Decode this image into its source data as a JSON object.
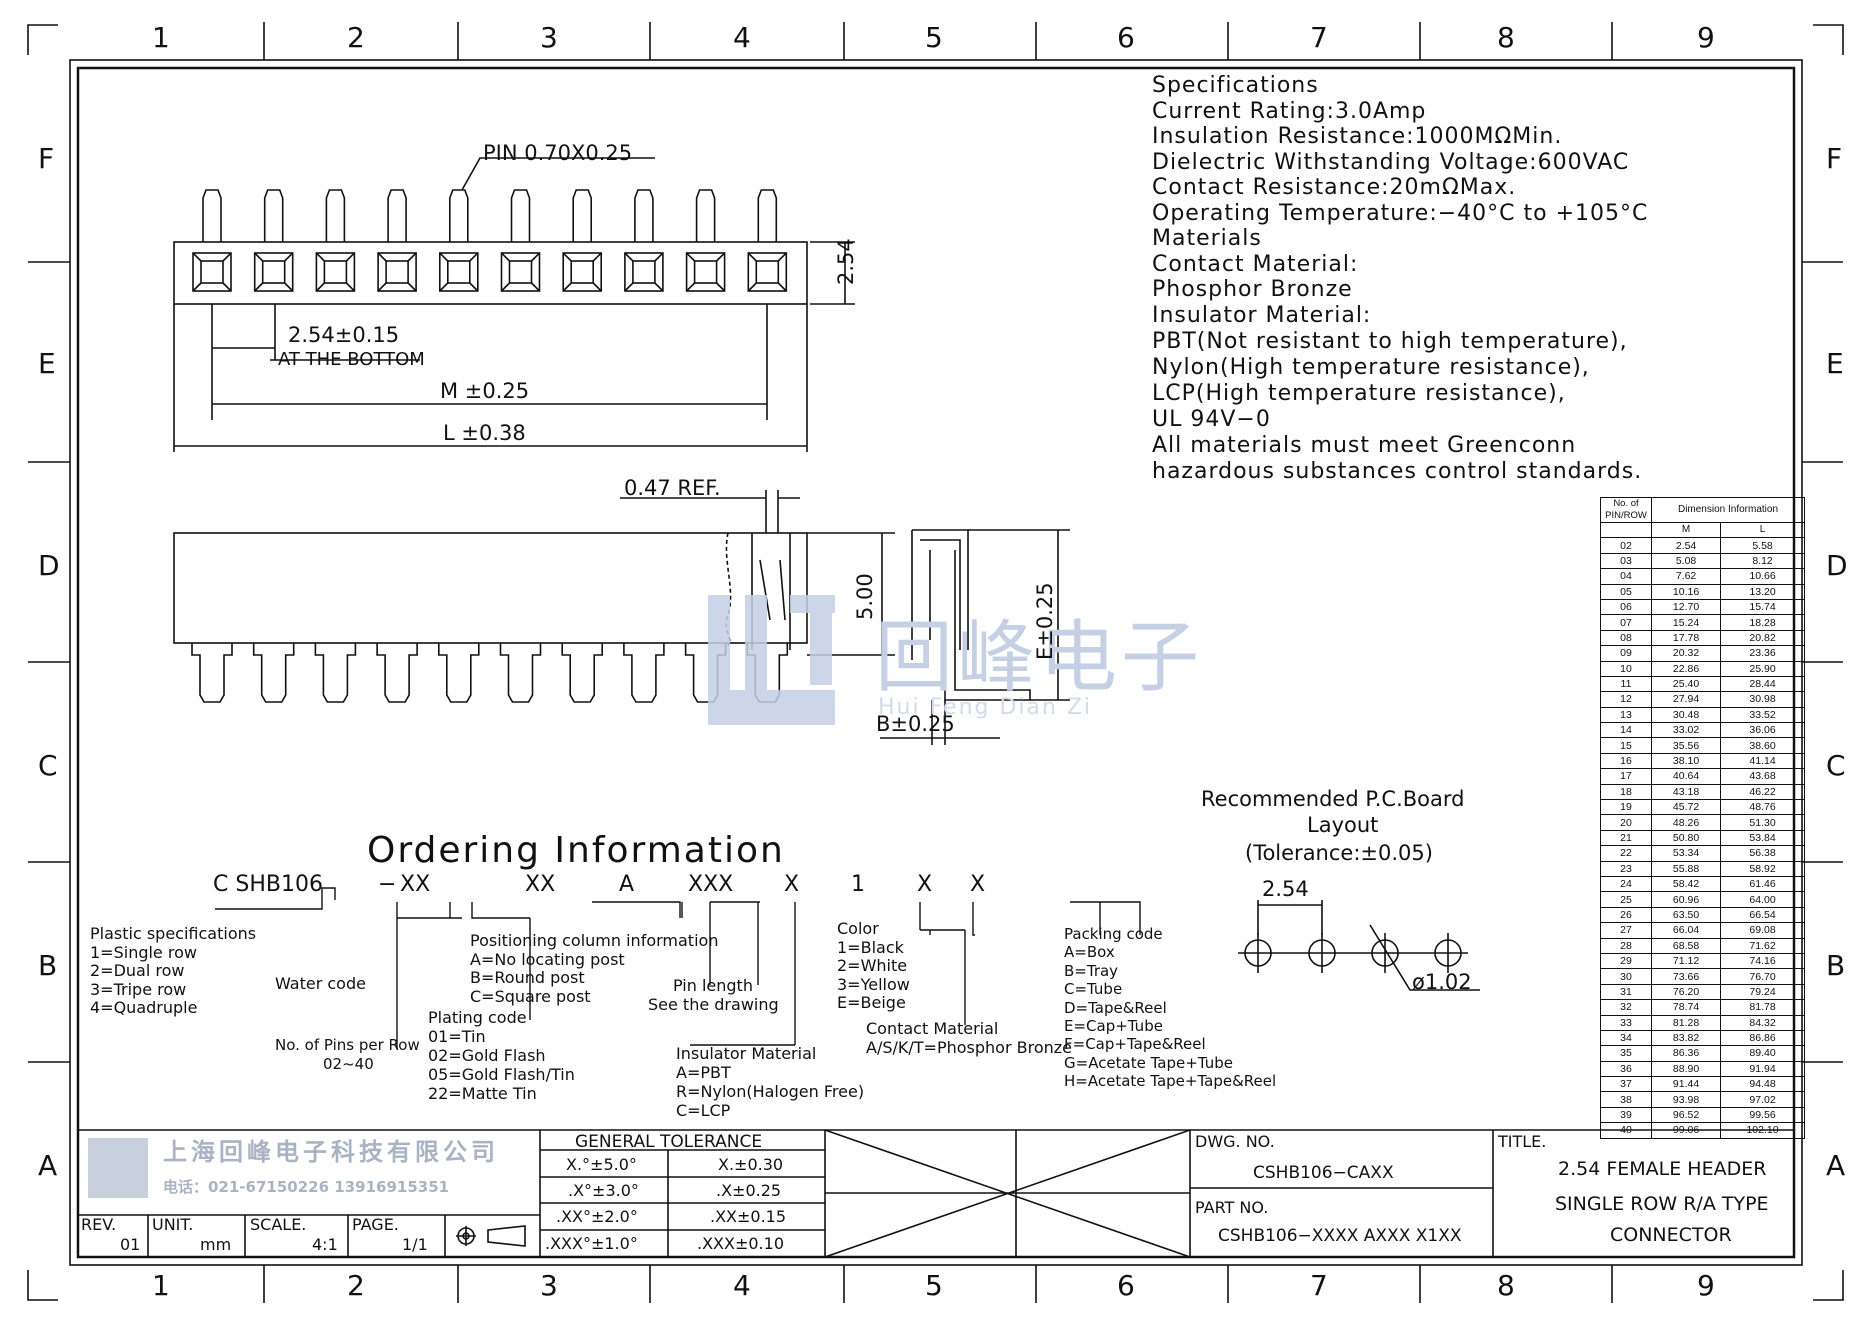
{
  "zones": {
    "top": [
      "1",
      "2",
      "3",
      "4",
      "5",
      "6",
      "7",
      "8",
      "9"
    ],
    "side": [
      "F",
      "E",
      "D",
      "C",
      "B",
      "A"
    ]
  },
  "specifications": [
    "Specifications",
    "Current  Rating:3.0Amp",
    "Insulation  Resistance:1000MΩMin.",
    "Dielectric  Withstanding  Voltage:600VAC",
    "Contact  Resistance:20mΩMax.",
    "Operating  Temperature:−40°C  to  +105°C",
    "Materials",
    "Contact  Material:",
    "Phosphor  Bronze",
    "Insulator  Material:",
    "PBT(Not  resistant  to  high  temperature),",
    "Nylon(High  temperature  resistance),",
    "LCP(High  temperature  resistance),",
    "UL  94V−0",
    "All  materials  must  meet  Greenconn",
    "hazardous  substances  control  standards."
  ],
  "dimensions": {
    "pin": "PIN  0.70X0.25",
    "pitch": "2.54±0.15",
    "at_bottom": "AT THE BOTTOM",
    "m": "M  ±0.25",
    "l": "L  ±0.38",
    "height": "2.54",
    "ref": "0.47  REF.",
    "body_height": "5.00",
    "e": "E±0.25",
    "b": "B±0.25"
  },
  "pcb": {
    "title1": "Recommended  P.C.Board",
    "title2": "Layout",
    "tolerance": "(Tolerance:±0.05)",
    "pitch": "2.54",
    "hole": "ø1.02"
  },
  "ordering": {
    "heading": "Ordering  Information",
    "code": [
      "C  SHB106",
      "−",
      "XX",
      "XX",
      "A",
      "XXX",
      "X",
      "1",
      "X",
      "X"
    ],
    "plastic": [
      "Plastic  specifications",
      "1=Single  row",
      "2=Dual  row",
      "3=Tripe  row",
      "4=Quadruple"
    ],
    "water": "Water  code",
    "pins": [
      "No. of Pins per Row",
      "02~40"
    ],
    "plating": [
      "Plating  code",
      "01=Tin",
      "02=Gold  Flash",
      "05=Gold  Flash/Tin",
      "22=Matte  Tin"
    ],
    "positioning": [
      "Positioning  column  information",
      "A=No  locating  post",
      "B=Round  post",
      "C=Square  post"
    ],
    "pinlen": [
      "Pin  length",
      "See  the  drawing"
    ],
    "insulator": [
      "Insulator  Material",
      "A=PBT",
      "R=Nylon(Halogen  Free)",
      "C=LCP"
    ],
    "color": [
      "Color",
      "1=Black",
      "2=White",
      "3=Yellow",
      "E=Beige"
    ],
    "contact": [
      "Contact  Material",
      "A/S/K/T=Phosphor  Bronze"
    ],
    "packing": [
      "Packing  code",
      "A=Box",
      "B=Tray",
      "C=Tube",
      "D=Tape&Reel",
      "E=Cap+Tube",
      "F=Cap+Tape&Reel",
      "G=Acetate  Tape+Tube",
      "H=Acetate  Tape+Tape&Reel"
    ]
  },
  "dim_table": {
    "h1": "No.  of",
    "h1b": "PIN/ROW",
    "h2": "Dimension  Information",
    "col_m": "M",
    "col_l": "L",
    "rows": [
      [
        "02",
        "2.54",
        "5.58"
      ],
      [
        "03",
        "5.08",
        "8.12"
      ],
      [
        "04",
        "7.62",
        "10.66"
      ],
      [
        "05",
        "10.16",
        "13.20"
      ],
      [
        "06",
        "12.70",
        "15.74"
      ],
      [
        "07",
        "15.24",
        "18.28"
      ],
      [
        "08",
        "17.78",
        "20.82"
      ],
      [
        "09",
        "20.32",
        "23.36"
      ],
      [
        "10",
        "22.86",
        "25.90"
      ],
      [
        "11",
        "25.40",
        "28.44"
      ],
      [
        "12",
        "27.94",
        "30.98"
      ],
      [
        "13",
        "30.48",
        "33.52"
      ],
      [
        "14",
        "33.02",
        "36.06"
      ],
      [
        "15",
        "35.56",
        "38.60"
      ],
      [
        "16",
        "38.10",
        "41.14"
      ],
      [
        "17",
        "40.64",
        "43.68"
      ],
      [
        "18",
        "43.18",
        "46.22"
      ],
      [
        "19",
        "45.72",
        "48.76"
      ],
      [
        "20",
        "48.26",
        "51.30"
      ],
      [
        "21",
        "50.80",
        "53.84"
      ],
      [
        "22",
        "53.34",
        "56.38"
      ],
      [
        "23",
        "55.88",
        "58.92"
      ],
      [
        "24",
        "58.42",
        "61.46"
      ],
      [
        "25",
        "60.96",
        "64.00"
      ],
      [
        "26",
        "63.50",
        "66.54"
      ],
      [
        "27",
        "66.04",
        "69.08"
      ],
      [
        "28",
        "68.58",
        "71.62"
      ],
      [
        "29",
        "71.12",
        "74.16"
      ],
      [
        "30",
        "73.66",
        "76.70"
      ],
      [
        "31",
        "76.20",
        "79.24"
      ],
      [
        "32",
        "78.74",
        "81.78"
      ],
      [
        "33",
        "81.28",
        "84.32"
      ],
      [
        "34",
        "83.82",
        "86.86"
      ],
      [
        "35",
        "86.36",
        "89.40"
      ],
      [
        "36",
        "88.90",
        "91.94"
      ],
      [
        "37",
        "91.44",
        "94.48"
      ],
      [
        "38",
        "93.98",
        "97.02"
      ],
      [
        "39",
        "96.52",
        "99.56"
      ],
      [
        "40",
        "99.06",
        "102.10"
      ]
    ]
  },
  "title_block": {
    "company": "上海回峰电子科技有限公司",
    "phone": "电话：021-67150226  13916915351",
    "rev_label": "REV.",
    "rev": "01",
    "unit_label": "UNIT.",
    "unit": "mm",
    "scale_label": "SCALE.",
    "scale": "4:1",
    "page_label": "PAGE.",
    "page": "1/1",
    "tolerance_title": "GENERAL  TOLERANCE",
    "tol": [
      [
        "X.°±5.0°",
        "X.±0.30"
      ],
      [
        ".X°±3.0°",
        ".X±0.25"
      ],
      [
        ".XX°±2.0°",
        ".XX±0.15"
      ],
      [
        ".XXX°±1.0°",
        ".XXX±0.10"
      ]
    ],
    "dwg_label": "DWG.  NO.",
    "dwg": "CSHB106−CAXX",
    "part_label": "PART  NO.",
    "part": "CSHB106−XXXX  AXXX  X1XX",
    "title_label": "TITLE.",
    "title1": "2.54  FEMALE  HEADER",
    "title2": "SINGLE  ROW  R/A    TYPE",
    "title3": "CONNECTOR"
  },
  "watermark": {
    "cn": "回峰电子",
    "py": "Hui  Feng  Dian  Zi"
  },
  "colors": {
    "line": "#111111",
    "watermark": "#c5d0e4"
  }
}
